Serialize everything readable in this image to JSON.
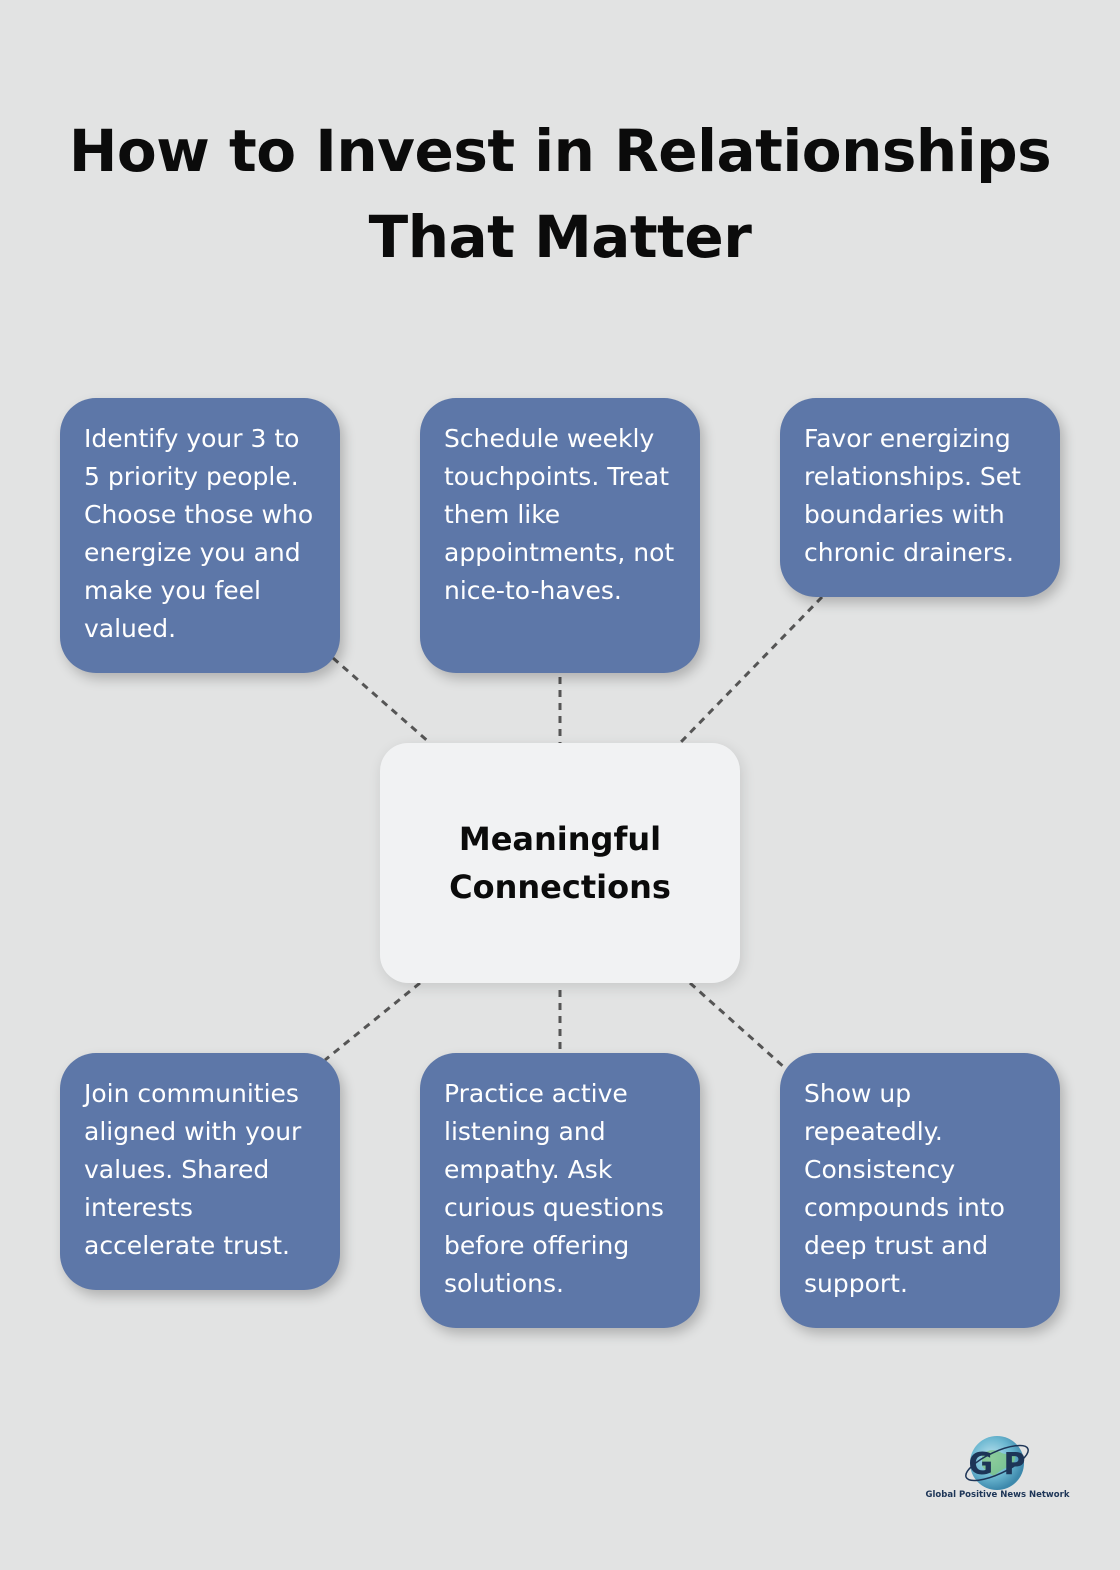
{
  "title": {
    "line1": "How to Invest in Relationships",
    "line2": "That Matter"
  },
  "center": {
    "label": "Meaningful Connections"
  },
  "cards": [
    {
      "text": "Identify your 3 to 5 priority people. Choose those who energize you and make you feel valued."
    },
    {
      "text": "Schedule weekly touchpoints. Treat them like appointments, not nice-to-haves."
    },
    {
      "text": "Favor energizing relationships. Set boundaries with chronic drainers."
    },
    {
      "text": "Join communities aligned with your values. Shared interests accelerate trust."
    },
    {
      "text": "Practice active listening and empathy. Ask curious questions before offering solutions."
    },
    {
      "text": "Show up repeatedly. Consistency compounds into deep trust and support."
    }
  ],
  "logo": {
    "letters": "G P",
    "name": "Global Positive News Network"
  },
  "colors": {
    "background": "#e2e3e3",
    "card": "#5d77a8",
    "center": "#f1f2f3",
    "connector": "#555555"
  }
}
